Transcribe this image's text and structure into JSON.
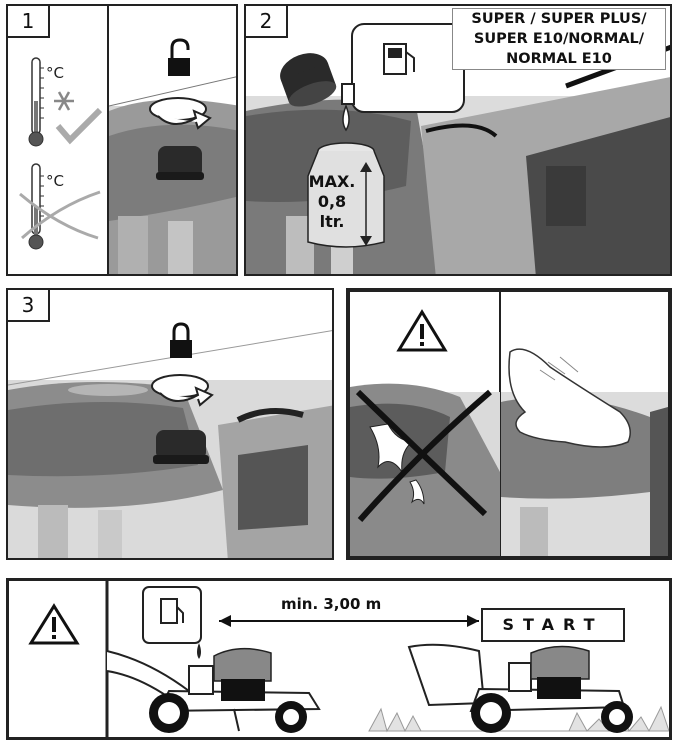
{
  "panels": {
    "p1": {
      "number": "1",
      "celsius_top": "°C",
      "celsius_bottom": "°C"
    },
    "p2": {
      "number": "2",
      "fuel_types": [
        "SUPER / SUPER PLUS/",
        "SUPER E10/NORMAL/",
        "NORMAL E10"
      ],
      "max_fill": [
        "MAX.",
        "0,8",
        "ltr."
      ]
    },
    "p3": {
      "number": "3"
    },
    "bottom": {
      "distance": "min. 3,00 m",
      "start": "START"
    }
  },
  "icons": {
    "lock_open": "unlocked-padlock-icon",
    "lock_closed": "locked-padlock-icon",
    "rotate": "rotate-arrow-icon",
    "warning": "warning-triangle-icon",
    "snowflake": "snowflake-icon",
    "thermometer": "thermometer-icon",
    "fuel_pump": "fuel-pump-icon",
    "check": "checkmark-icon",
    "cross": "cross-icon"
  },
  "colors": {
    "ink": "#222222",
    "machine_grey": "#8a8a8a",
    "light_grey": "#bdbdbd"
  }
}
